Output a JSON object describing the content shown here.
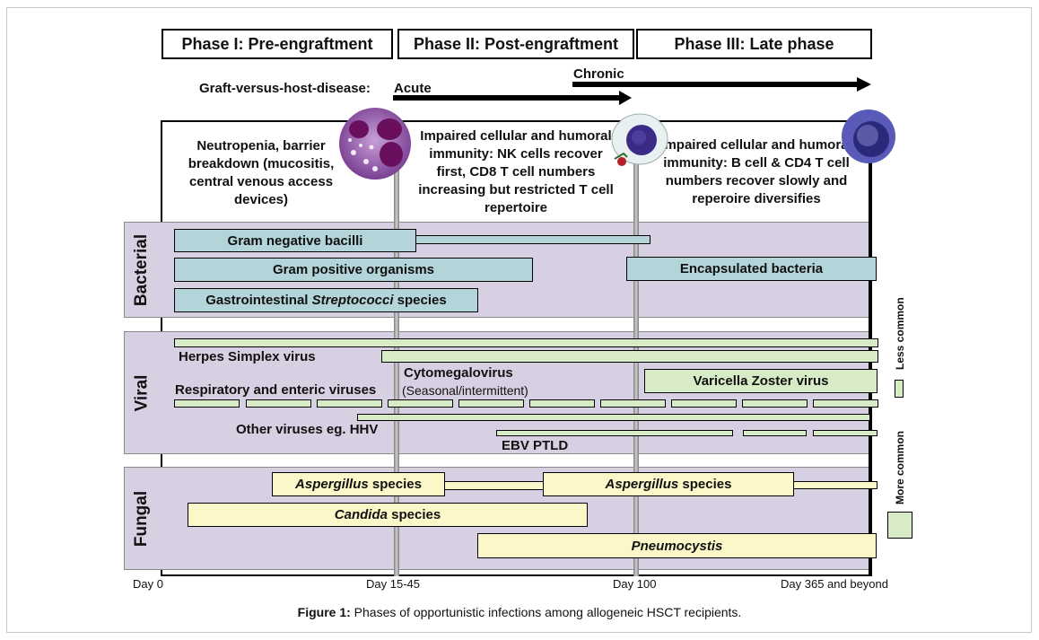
{
  "phases": [
    "Phase I: Pre-engraftment",
    "Phase II: Post-engraftment",
    "Phase III: Late phase"
  ],
  "gvhd": {
    "label": "Graft-versus-host-disease:",
    "acute": "Acute",
    "chronic": "Chronic"
  },
  "phase_descriptions": {
    "phase1": "Neutropenia, barrier breakdown (mucositis, central venous access devices)",
    "phase2": "Impaired cellular and humoral immunity: NK cells recover first, CD8 T cell numbers increasing but restricted T cell repertoire",
    "phase3": "Impaired cellular and humoral immunity: B cell & CD4 T cell numbers recover slowly and reperoire diversifies"
  },
  "categories": {
    "bacterial": "Bacterial",
    "viral": "Viral",
    "fungal": "Fungal"
  },
  "bacterial": {
    "gram_negative": "Gram negative bacilli",
    "gram_positive": "Gram positive organisms",
    "encapsulated": "Encapsulated bacteria",
    "strep_prefix": "Gastrointestinal",
    "strep_italic": "Streptococci",
    "strep_suffix": "species"
  },
  "viral": {
    "hsv": "Herpes Simplex virus",
    "cmv": "Cytomegalovirus",
    "cmv_note": "(Seasonal/intermittent)",
    "vzv": "Varicella Zoster virus",
    "respiratory": "Respiratory and enteric viruses",
    "other": "Other viruses eg. HHV",
    "ebv": "EBV PTLD"
  },
  "fungal": {
    "aspergillus_italic": "Aspergillus",
    "aspergillus_suffix": "species",
    "candida_italic": "Candida",
    "candida_suffix": "species",
    "pneumocystis": "Pneumocystis"
  },
  "legend": {
    "less_common": "Less common",
    "more_common": "More common"
  },
  "timeline": [
    "Day 0",
    "Day 15-45",
    "Day 100",
    "Day 365 and beyond"
  ],
  "caption": {
    "label": "Figure 1:",
    "text": "Phases of opportunistic infections among allogeneic HSCT recipients."
  },
  "colors": {
    "band": "#d7d0e2",
    "bacterial_bar": "#b3d5d9",
    "viral_bar": "#d6ebc6",
    "fungal_bar": "#fbf7c8"
  }
}
